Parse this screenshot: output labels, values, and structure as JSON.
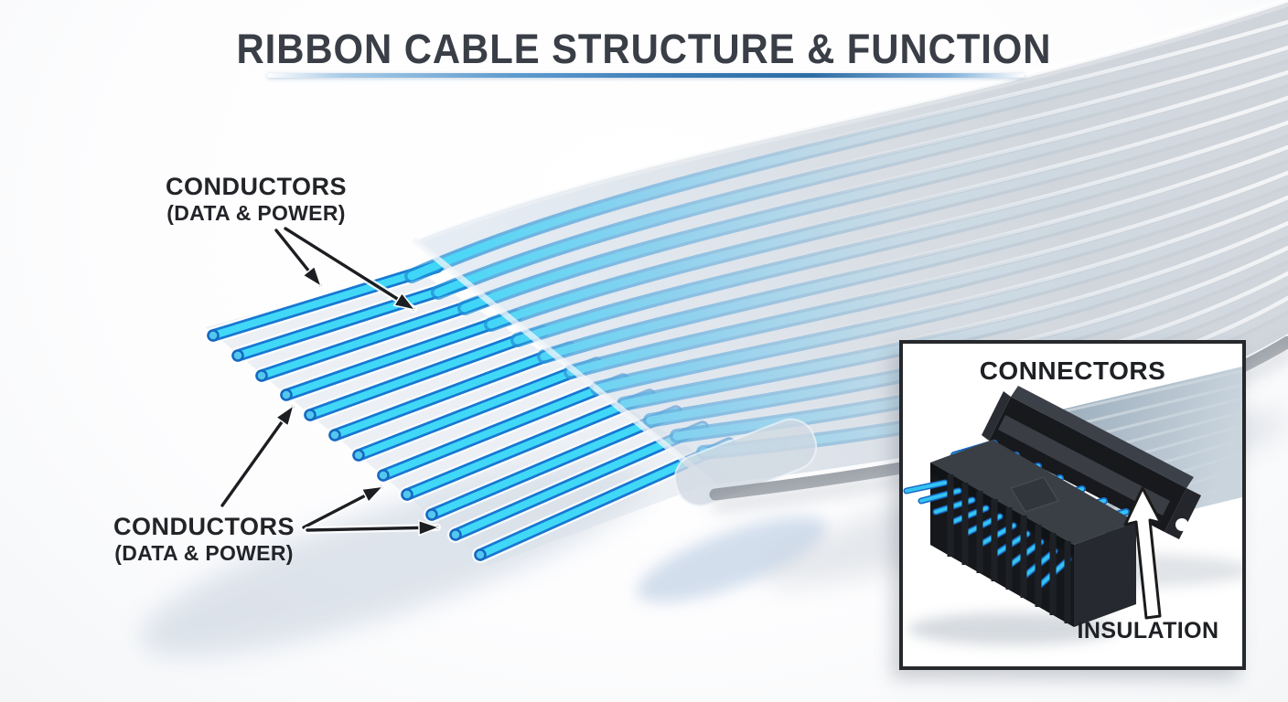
{
  "title": {
    "text": "RIBBON CABLE STRUCTURE & FUNCTION"
  },
  "labels": {
    "conductors_top": {
      "line1": "CONDUCTORS",
      "line2": "(DATA & POWER)"
    },
    "conductors_bottom": {
      "line1": "CONDUCTORS",
      "line2": "(DATA & POWER)"
    }
  },
  "inset": {
    "title": "CONNECTORS",
    "insulation_label": "INSULATION"
  },
  "illustration": {
    "subject": "ribbon-cable-3d-render",
    "exposed_conductor_count": 12,
    "inset_left_connector_pin_count": 10,
    "inset_right_connector_pin_count": 8,
    "colors": {
      "conductor_core": "#41D8F8",
      "conductor_edge": "#1878D2",
      "insulation_gray": "#C7CDD4",
      "connector_black": "#1A1C20",
      "title_text": "#3A3E46",
      "label_text": "#222428",
      "underline_blue": "#2E6DA4",
      "inset_border": "#26282C"
    }
  }
}
